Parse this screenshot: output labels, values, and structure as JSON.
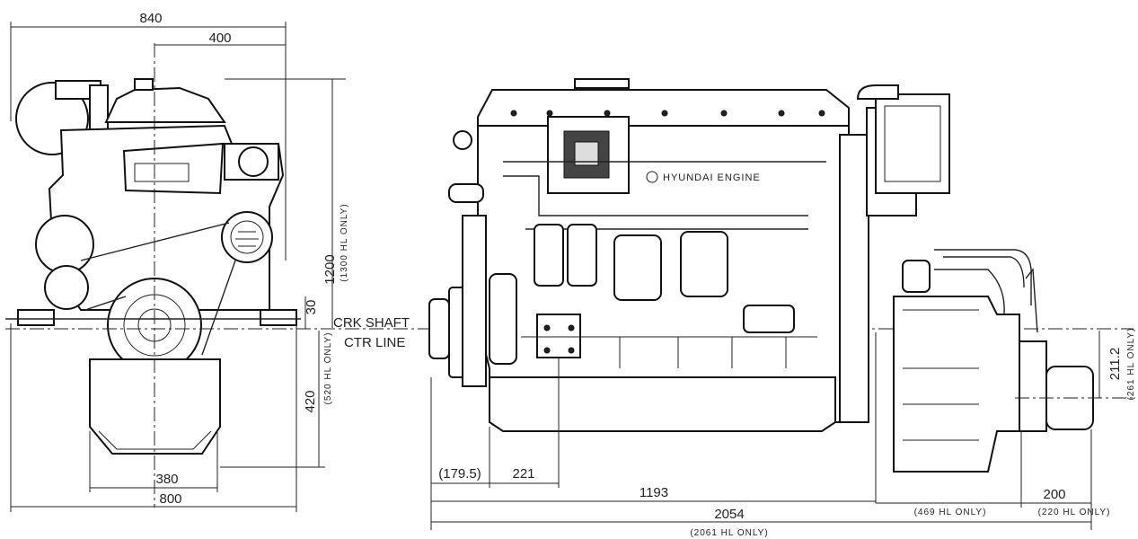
{
  "front_view": {
    "dim_overall_width": "840",
    "dim_center_to_side": "400",
    "dim_height_above": "1200",
    "dim_height_above_hl": "(1300 HL ONLY)",
    "dim_offset": "30",
    "dim_depth_below": "420",
    "dim_depth_below_hl": "(520 HL ONLY)",
    "dim_mount_width": "380",
    "dim_base_width": "800"
  },
  "crank_label_line1": "CRK SHAFT",
  "crank_label_line2": "CTR LINE",
  "side_view": {
    "brand_text": "HYUNDAI ENGINE",
    "dim_front_offset": "(179.5)",
    "dim_mount_offset": "221",
    "dim_mount_span": "1193",
    "dim_total_length": "2054",
    "dim_total_length_hl": "(2061 HL ONLY)",
    "dim_gear_length_hl": "(469 HL ONLY)",
    "dim_output": "200",
    "dim_output_hl": "(220 HL ONLY)",
    "dim_shaft_drop": "211.2",
    "dim_shaft_drop_hl": "(261 HL ONLY)"
  }
}
